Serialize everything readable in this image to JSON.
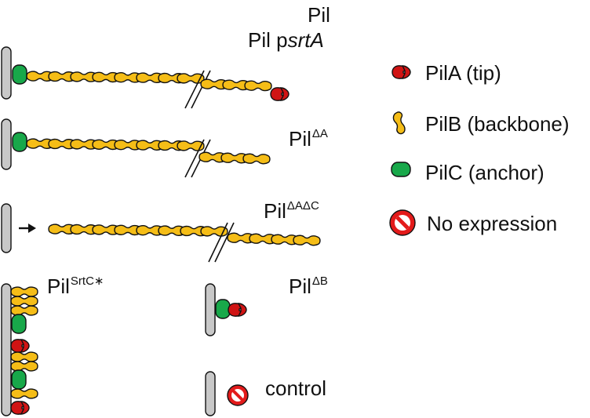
{
  "colors": {
    "membrane": "#c8c8c8",
    "outline": "#111111",
    "pilA": "#d01414",
    "pilB": "#f5bd17",
    "pilC": "#18a84a",
    "no_expression": "#e31b1b"
  },
  "labels": {
    "pil": "Pil",
    "pil_psrtA_prefix": "Pil p",
    "pil_psrtA_italic": "srtA",
    "delta_a_base": "Pil",
    "delta_a_sup": "ΔA",
    "delta_ac_base": "Pil",
    "delta_ac_sup": "ΔAΔC",
    "srtc_base": "Pil",
    "srtc_sup": "SrtC∗",
    "delta_b_base": "Pil",
    "delta_b_sup": "ΔB",
    "control": "control"
  },
  "legend": [
    {
      "icon": "pila-tip-icon",
      "label": "PilA (tip)"
    },
    {
      "icon": "pilb-backbone-icon",
      "label": "PilB (backbone)"
    },
    {
      "icon": "pilc-anchor-icon",
      "label": "PilC (anchor)"
    },
    {
      "icon": "no-expression-icon",
      "label": "No expression"
    }
  ]
}
